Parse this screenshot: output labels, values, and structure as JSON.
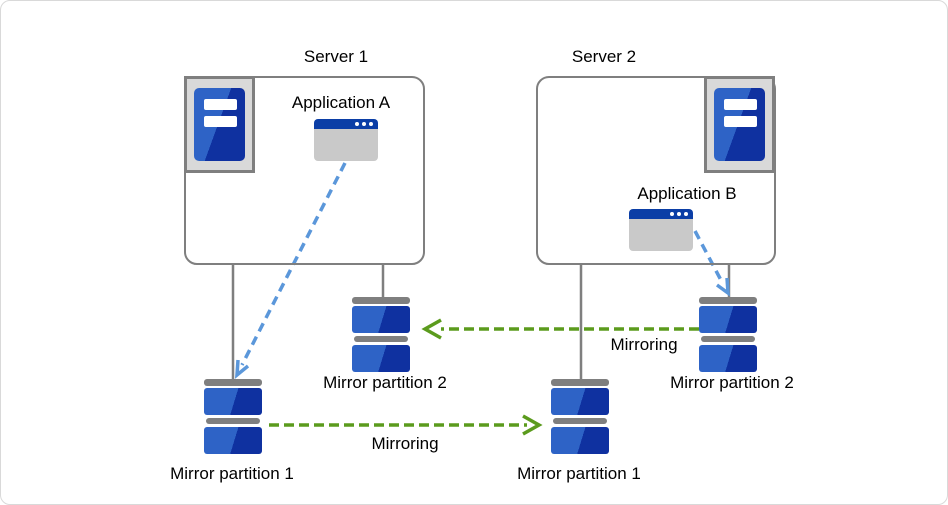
{
  "servers": [
    {
      "label": "Server 1",
      "application": "Application A"
    },
    {
      "label": "Server 2",
      "application": "Application B"
    }
  ],
  "partitions": [
    {
      "label": "Mirror partition 1"
    },
    {
      "label": "Mirror partition 2"
    },
    {
      "label": "Mirror partition 1"
    },
    {
      "label": "Mirror partition 2"
    }
  ],
  "arrows": [
    {
      "label": "Mirroring"
    },
    {
      "label": "Mirroring"
    }
  ],
  "colors": {
    "green": "#5b9b1d",
    "blue_dash": "#5b97da",
    "blue_light": "#2e63c6",
    "blue_dark": "#0f31a0",
    "navy": "#0b3ea6",
    "gray_line": "#7f7f7f",
    "icon_bg": "#d9d9d9",
    "window_body": "#c9c9c9"
  }
}
